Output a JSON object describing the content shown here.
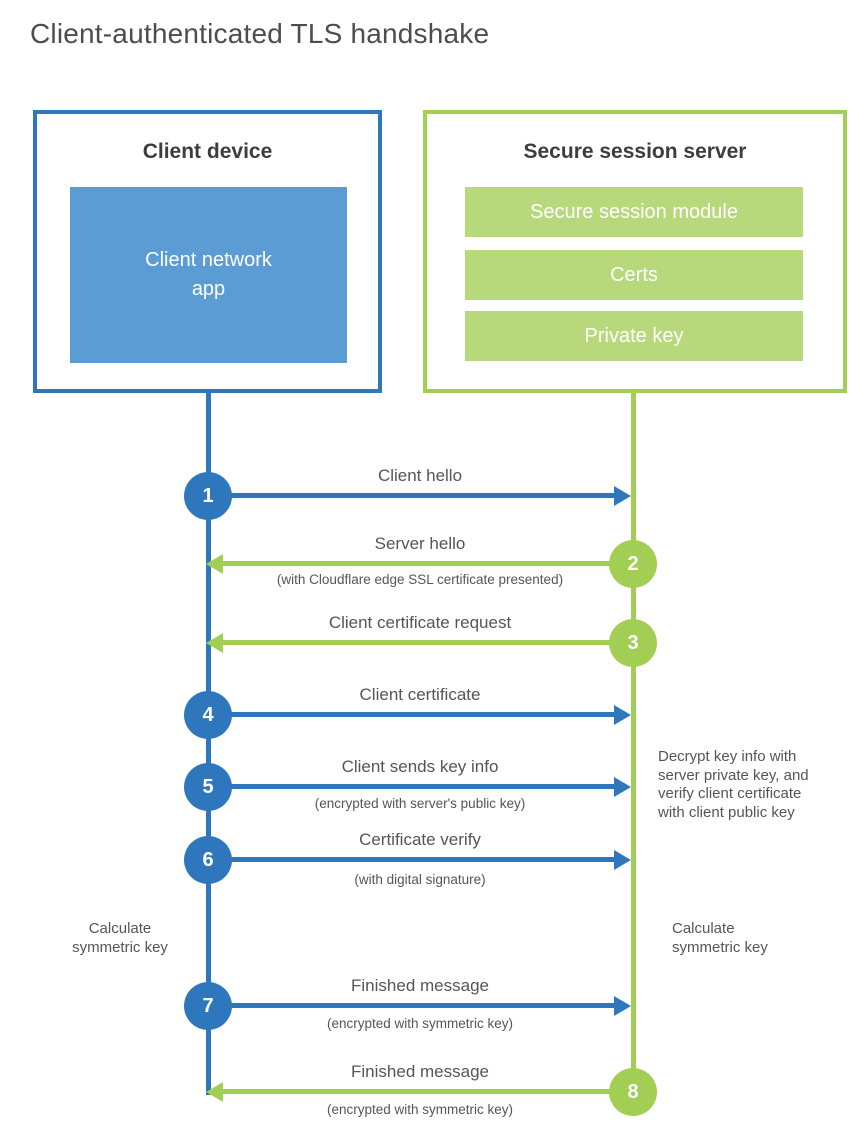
{
  "title": "Client-authenticated TLS handshake",
  "colors": {
    "blue": "#2e77bd",
    "blue_fill": "#5b9cd5",
    "green": "#a2ce53",
    "green_fill": "#b8d87c",
    "label_text": "#555555"
  },
  "client": {
    "title": "Client device",
    "module": "Client network\napp"
  },
  "server": {
    "title": "Secure session server",
    "modules": [
      "Secure session module",
      "Certs",
      "Private key"
    ]
  },
  "steps": [
    {
      "num": "1",
      "actor": "client",
      "direction": "right",
      "label": "Client hello"
    },
    {
      "num": "2",
      "actor": "server",
      "direction": "left",
      "label": "Server hello",
      "sublabel": "(with Cloudflare edge SSL certificate presented)"
    },
    {
      "num": "3",
      "actor": "server",
      "direction": "left",
      "label": "Client certificate request"
    },
    {
      "num": "4",
      "actor": "client",
      "direction": "right",
      "label": "Client certificate"
    },
    {
      "num": "5",
      "actor": "client",
      "direction": "right",
      "label": "Client sends key info",
      "sublabel": "(encrypted with server's public key)"
    },
    {
      "num": "6",
      "actor": "client",
      "direction": "right",
      "label": "Certificate verify",
      "sublabel": "(with digital signature)"
    },
    {
      "num": "7",
      "actor": "client",
      "direction": "right",
      "label": "Finished message",
      "sublabel": "(encrypted with symmetric key)"
    },
    {
      "num": "8",
      "actor": "server",
      "direction": "left",
      "label": "Finished message",
      "sublabel": "(encrypted with symmetric key)"
    }
  ],
  "annotations": {
    "calc_left": "Calculate\nsymmetric key",
    "calc_right": "Calculate\nsymmetric key",
    "decrypt_note": "Decrypt key info with\nserver private key, and\nverify client certificate\nwith client public key"
  }
}
